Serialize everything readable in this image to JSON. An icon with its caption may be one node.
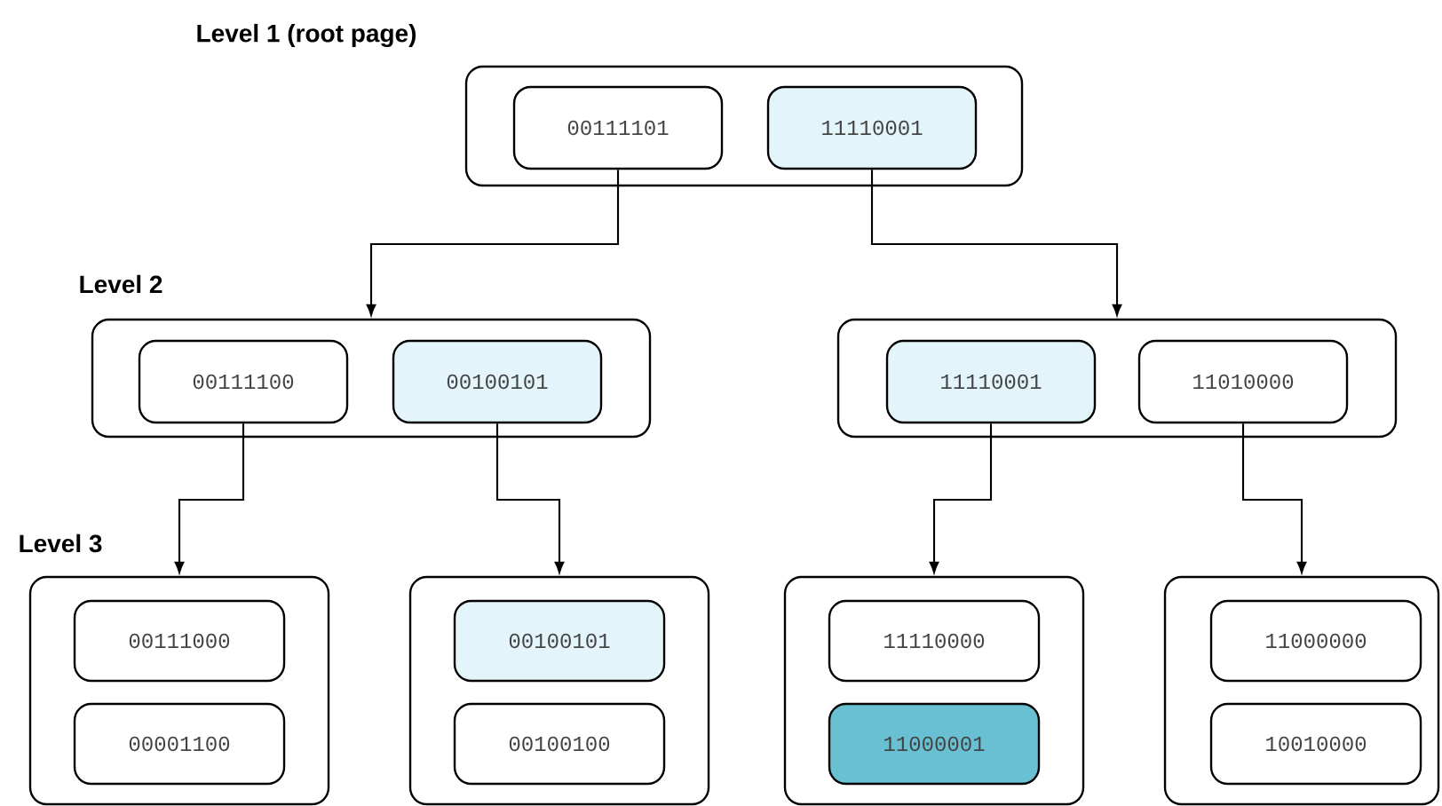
{
  "diagram": {
    "nodes": [
      {
        "text": [],
        "shape": "box"
      },
      {
        "text": [
          "00111101"
        ],
        "in": 0
      },
      {
        "text": [
          "11110001"
        ],
        "in": 0
      },
      {
        "text": [],
        "shape": "box"
      },
      {
        "text": [
          "00111100"
        ],
        "in": 3
      },
      {
        "text": [
          "00100101"
        ],
        "in": 3
      },
      {
        "text": [],
        "shape": "box"
      },
      {
        "text": [
          "11110001"
        ],
        "in": 6
      },
      {
        "text": [
          "11010000"
        ],
        "in": 6
      },
      {
        "text": [],
        "shape": "box"
      },
      {
        "text": [
          "00111000"
        ],
        "in": 9
      },
      {
        "text": [
          "00001100"
        ],
        "in": 9
      },
      {
        "text": [],
        "shape": "box"
      },
      {
        "text": [
          "00100101"
        ],
        "in": 12
      },
      {
        "text": [
          "00100100"
        ],
        "in": 12
      },
      {
        "text": [],
        "shape": "box"
      },
      {
        "text": [
          "11110000"
        ],
        "in": 15
      },
      {
        "text": [
          "11000001"
        ],
        "in": 15
      },
      {
        "text": [],
        "shape": "box"
      },
      {
        "text": [
          "11000000"
        ],
        "in": 18
      },
      {
        "text": [
          "10010000"
        ],
        "in": 18
      }
    ],
    "edges": [
      {
        "from": 1,
        "to": 3,
        "arrow": "to"
      },
      {
        "from": 2,
        "to": 6,
        "arrow": "to"
      },
      {
        "from": 4,
        "to": 9,
        "arrow": "to"
      },
      {
        "from": 5,
        "to": 12,
        "arrow": "to"
      },
      {
        "from": 7,
        "to": 15,
        "arrow": "to"
      },
      {
        "from": 8,
        "to": 18,
        "arrow": "to"
      }
    ],
    "labels": [
      "Level 1 (root page)",
      "Level 2",
      "Level 3"
    ]
  }
}
